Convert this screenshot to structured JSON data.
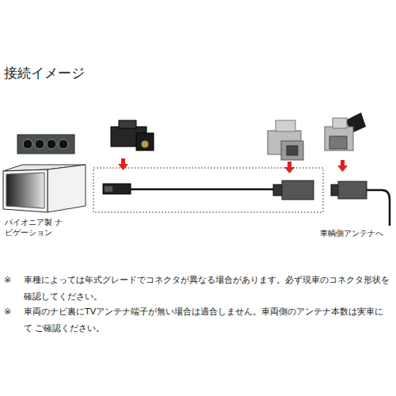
{
  "diagram": {
    "title": "接続イメージ",
    "nodes": [
      {
        "text": [
          "パイオニア製 ナビゲーション"
        ]
      }
    ],
    "labels": [
      "車輌側アンテナへ",
      "※",
      "車種によっては年式グレードでコネクタが異なる場合があります。必ず現車のコネクタ形状を 確認してください。",
      "※",
      "車両のナビ裏にTVアンテナ端子が無い場合は適合しません。車両側のアンテナ本数は実車にて ご確認ください。"
    ]
  }
}
